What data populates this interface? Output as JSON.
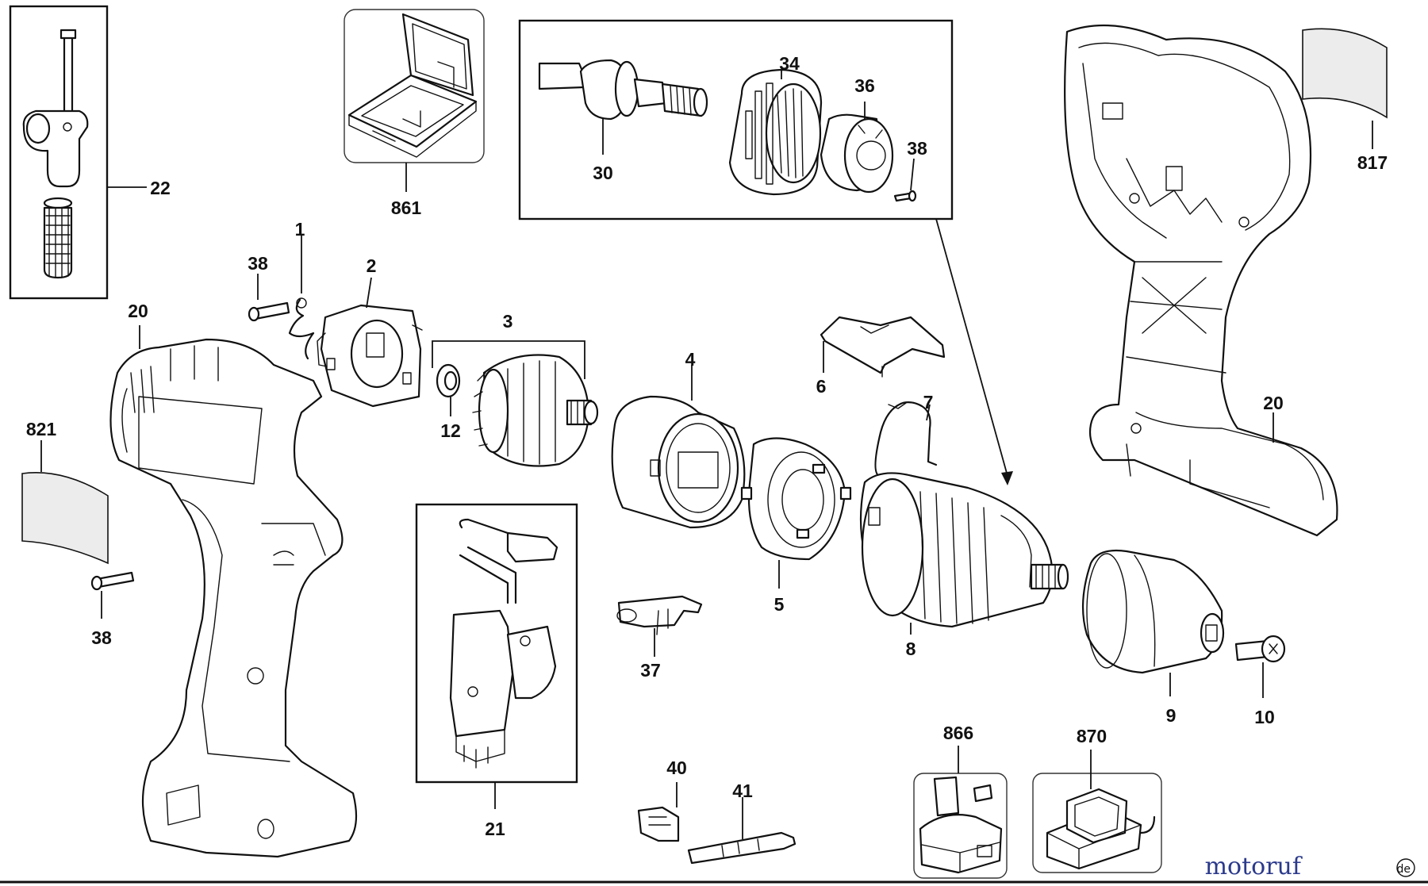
{
  "diagram": {
    "watermark": {
      "text": "motoruf",
      "suffix": "de",
      "color_main": "#2b3a8c",
      "color_accent": "#e07b1a"
    },
    "parts": [
      {
        "id": "p1",
        "number": "1"
      },
      {
        "id": "p2",
        "number": "2"
      },
      {
        "id": "p3",
        "number": "3"
      },
      {
        "id": "p4",
        "number": "4"
      },
      {
        "id": "p5",
        "number": "5"
      },
      {
        "id": "p6",
        "number": "6"
      },
      {
        "id": "p7",
        "number": "7"
      },
      {
        "id": "p8",
        "number": "8"
      },
      {
        "id": "p9",
        "number": "9"
      },
      {
        "id": "p10",
        "number": "10"
      },
      {
        "id": "p12",
        "number": "12"
      },
      {
        "id": "p20a",
        "number": "20"
      },
      {
        "id": "p20b",
        "number": "20"
      },
      {
        "id": "p21",
        "number": "21"
      },
      {
        "id": "p22",
        "number": "22"
      },
      {
        "id": "p30",
        "number": "30"
      },
      {
        "id": "p34",
        "number": "34"
      },
      {
        "id": "p36",
        "number": "36"
      },
      {
        "id": "p37",
        "number": "37"
      },
      {
        "id": "p38a",
        "number": "38"
      },
      {
        "id": "p38b",
        "number": "38"
      },
      {
        "id": "p38c",
        "number": "38"
      },
      {
        "id": "p40",
        "number": "40"
      },
      {
        "id": "p41",
        "number": "41"
      },
      {
        "id": "p817",
        "number": "817"
      },
      {
        "id": "p821",
        "number": "821"
      },
      {
        "id": "p861",
        "number": "861"
      },
      {
        "id": "p866",
        "number": "866"
      },
      {
        "id": "p870",
        "number": "870"
      }
    ]
  }
}
